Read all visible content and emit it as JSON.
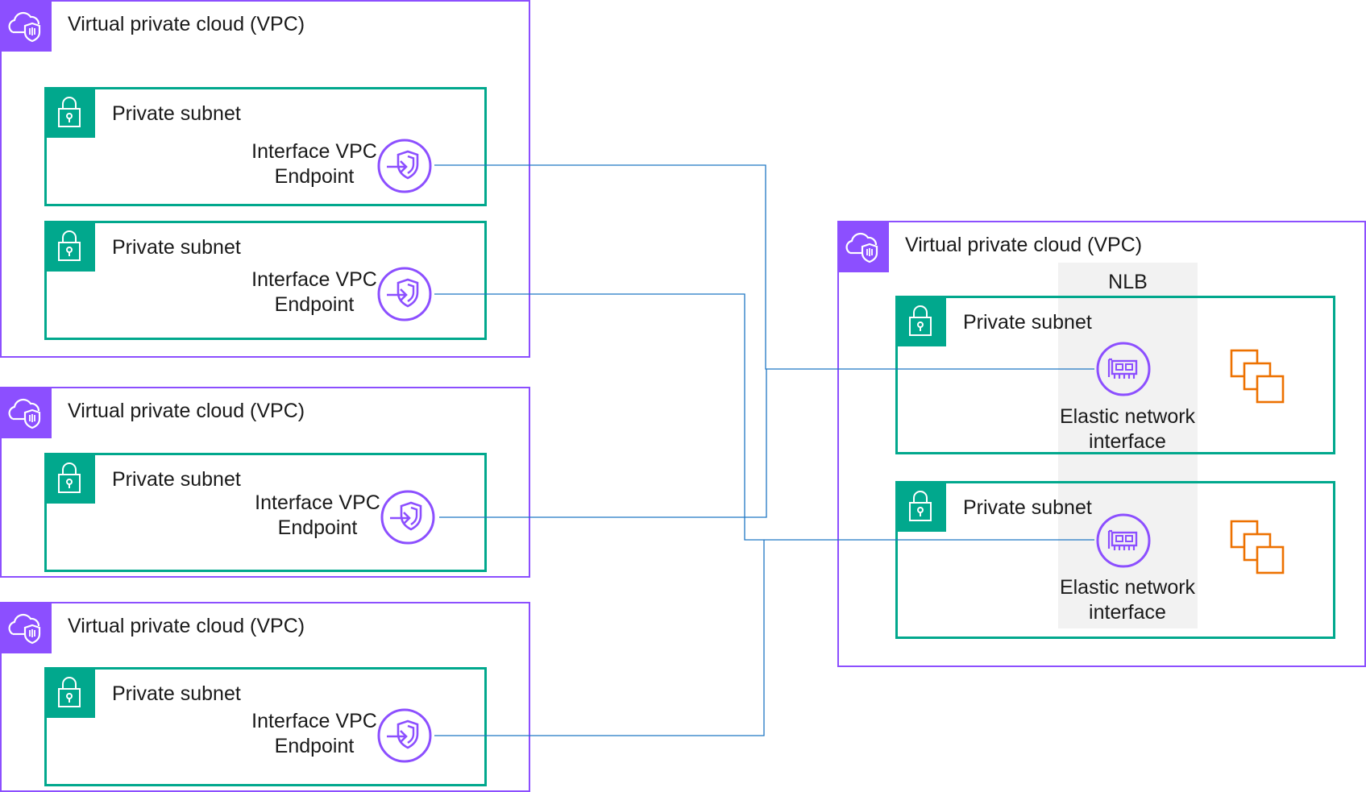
{
  "vpcs": [
    {
      "title": "Virtual private cloud (VPC)"
    },
    {
      "title": "Virtual private cloud (VPC)"
    },
    {
      "title": "Virtual private cloud (VPC)"
    },
    {
      "title": "Virtual private cloud (VPC)"
    },
    {
      "title": "Virtual private cloud (VPC)"
    }
  ],
  "subnets": [
    {
      "title": "Private subnet",
      "endpoint_label": "Interface VPC\nEndpoint"
    },
    {
      "title": "Private subnet",
      "endpoint_label": "Interface VPC\nEndpoint"
    },
    {
      "title": "Private subnet",
      "endpoint_label": "Interface VPC\nEndpoint"
    },
    {
      "title": "Private subnet",
      "endpoint_label": "Interface VPC\nEndpoint"
    },
    {
      "title": "Private subnet",
      "eni_label": "Elastic network\ninterface"
    },
    {
      "title": "Private subnet",
      "eni_label": "Elastic network\ninterface"
    }
  ],
  "nlb": {
    "label": "NLB"
  },
  "icons": {
    "vpc": "vpc-cloud-shield-icon",
    "subnet": "padlock-icon",
    "endpoint": "interface-vpc-endpoint-icon",
    "eni": "elastic-network-interface-icon",
    "instances": "ec2-instances-icon"
  },
  "colors": {
    "vpc_border": "#8c4fff",
    "subnet_border": "#01a88d",
    "instances": "#ed7100",
    "connector": "#1f77c4",
    "nlb_band": "#f2f2f2"
  }
}
